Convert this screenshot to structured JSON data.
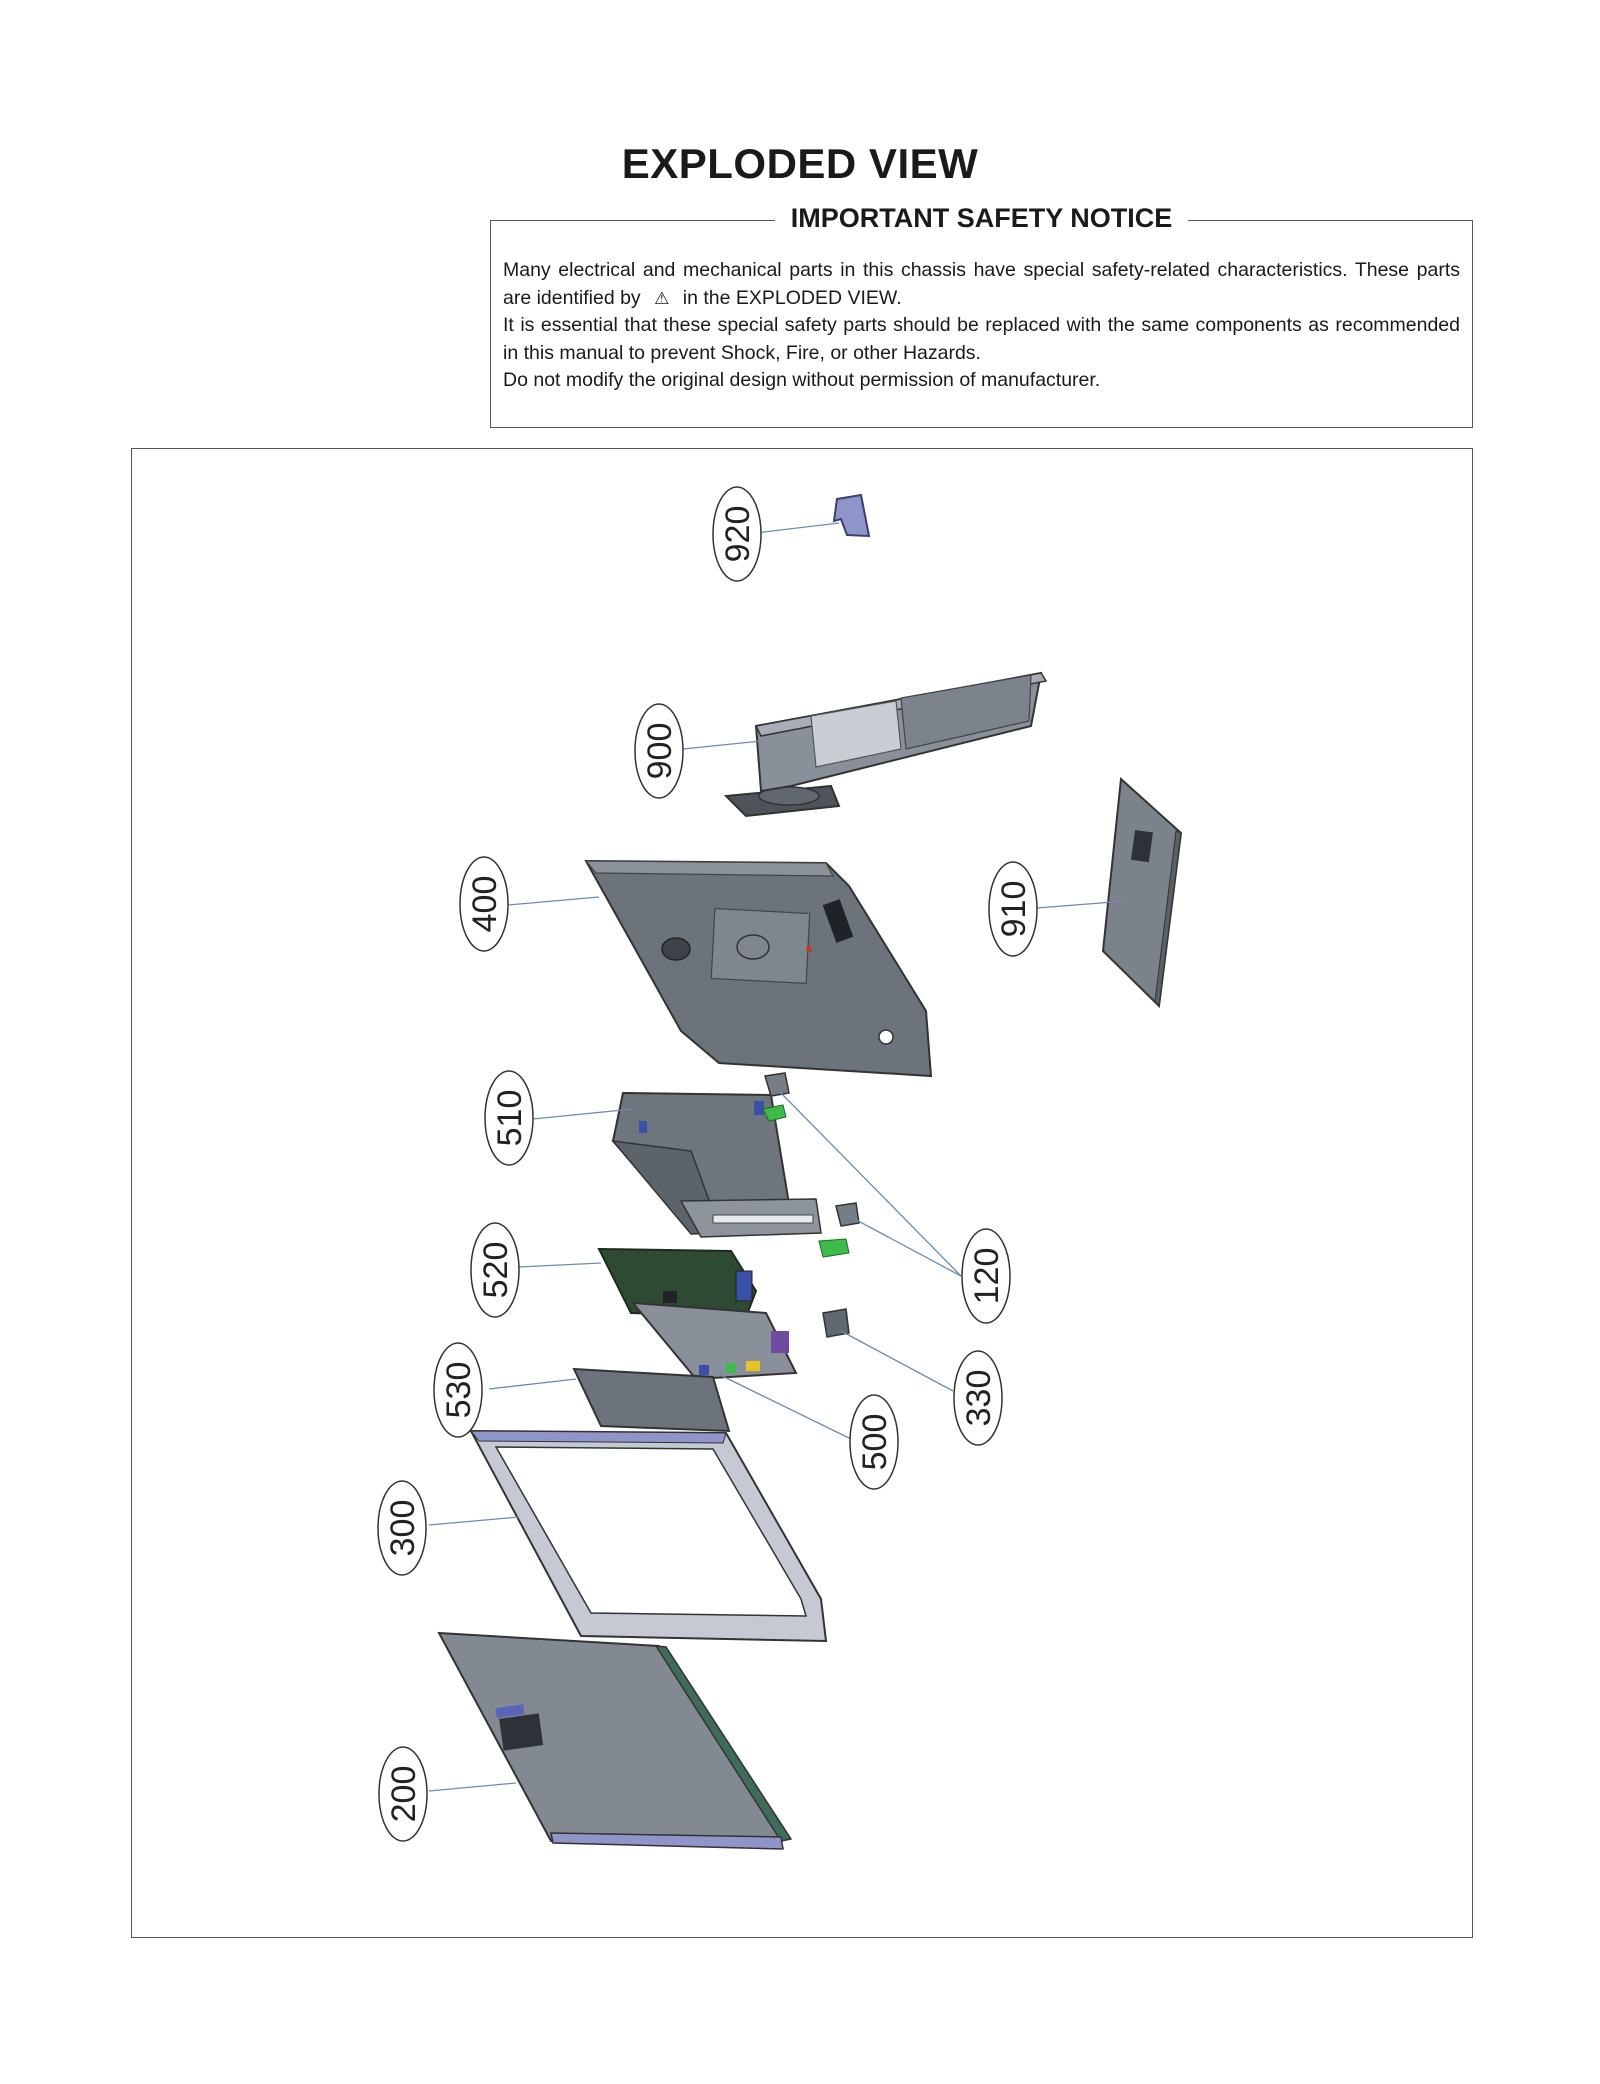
{
  "page": {
    "title": "EXPLODED VIEW"
  },
  "notice": {
    "title": "IMPORTANT SAFETY NOTICE",
    "line1a": "Many electrical and mechanical parts in this chassis have special safety-related characteristics. These parts are identified by",
    "warning_icon": "warning-triangle-icon",
    "line1b": "in the  EXPLODED VIEW.",
    "line2": "It is essential that these special safety parts should be replaced with the same components as recommended in this manual to prevent Shock, Fire, or other Hazards.",
    "line3": "Do not modify the original design without permission of manufacturer."
  },
  "callouts": {
    "c920": "920",
    "c900": "900",
    "c400": "400",
    "c910": "910",
    "c510": "510",
    "c520": "520",
    "c120": "120",
    "c330": "330",
    "c530": "530",
    "c500": "500",
    "c300": "300",
    "c200": "200"
  },
  "colors": {
    "part_gray": "#7c8289",
    "part_dark": "#4e545a",
    "part_blue": "#8f95c8",
    "pcb_green": "#2f4a33",
    "leader_line": "#6a8cb0"
  }
}
